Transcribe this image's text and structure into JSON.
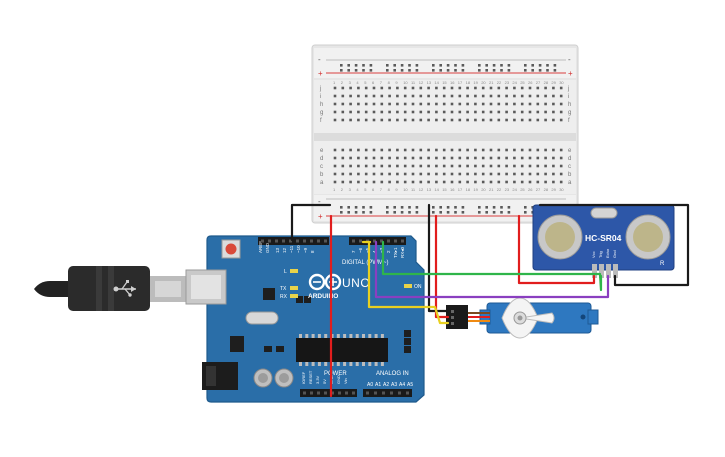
{
  "board": {
    "brand": "ARDUINO",
    "model": "UNO",
    "digital_label": "DIGITAL (PWM~)",
    "power_label": "POWER",
    "analog_label": "ANALOG IN",
    "on_label": "ON",
    "led_l": "L",
    "led_tx": "TX",
    "led_rx": "RX",
    "pin_aref": "AREF",
    "pin_gnd": "GND",
    "digital_pins": [
      "13",
      "12",
      "~11",
      "~10",
      "~9",
      "8",
      "7",
      "~6",
      "~5",
      "4",
      "~3",
      "2",
      "TX▸1",
      "RX◂0"
    ],
    "power_pins": [
      "IOREF",
      "RESET",
      "3.3V",
      "5V",
      "GND",
      "GND",
      "Vin"
    ],
    "analog_pins": [
      "A0",
      "A1",
      "A2",
      "A3",
      "A4",
      "A5"
    ]
  },
  "sensor": {
    "label": "HC-SR04",
    "pins": [
      "Vcc",
      "Trig",
      "Echo",
      "Gnd"
    ],
    "mark": "R"
  },
  "breadboard": {
    "rail_minus": "-",
    "rail_plus": "+",
    "rows_top": [
      "j",
      "i",
      "h",
      "g",
      "f"
    ],
    "rows_bottom": [
      "e",
      "d",
      "c",
      "b",
      "a"
    ],
    "col_labels": [
      "1",
      "2",
      "3",
      "4",
      "5",
      "6",
      "7",
      "8",
      "9",
      "10",
      "11",
      "12",
      "13",
      "14",
      "15",
      "16",
      "17",
      "18",
      "19",
      "20",
      "21",
      "22",
      "23",
      "24",
      "25",
      "26",
      "27",
      "28",
      "29",
      "30"
    ]
  },
  "colors": {
    "board": "#2a6ea8",
    "board_dark": "#1f5a8c",
    "breadboard": "#ececec",
    "wire_red": "#e11d1d",
    "wire_black": "#1a1a1a",
    "wire_green": "#2fb54a",
    "wire_yellow": "#e8d020",
    "wire_purple": "#8a3fc0",
    "wire_orange": "#ef8a12",
    "sensor_blue": "#2d57a8",
    "servo_blue": "#2e78c0"
  }
}
